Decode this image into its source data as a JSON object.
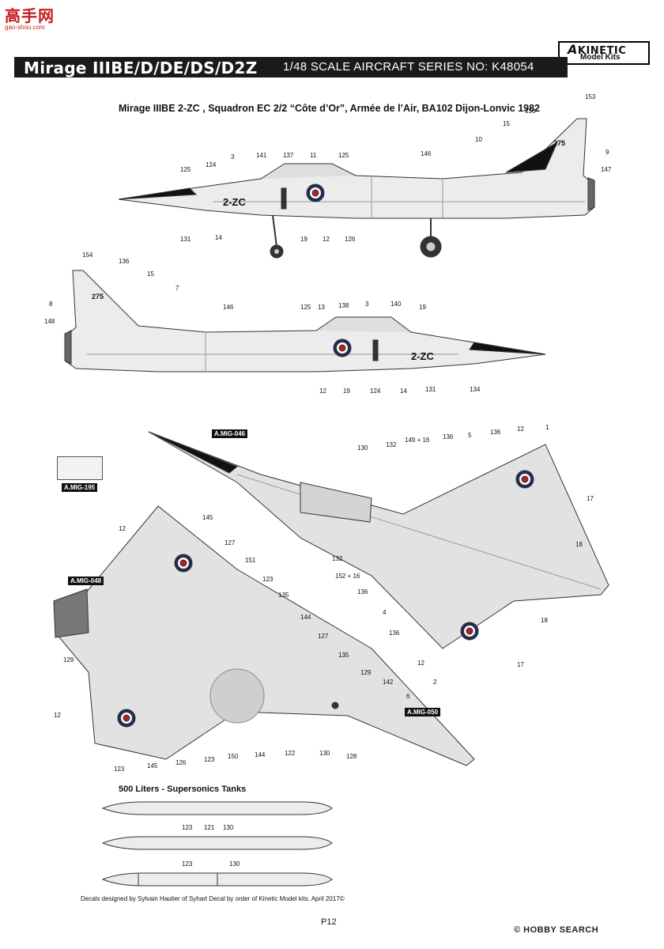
{
  "watermark": {
    "logo": "高手网",
    "url": "gao-shou.com"
  },
  "brand": {
    "name": "KINETIC",
    "sub": "Model Kits"
  },
  "header": {
    "title": "Mirage IIIBE/D/DE/DS/D2Z",
    "series": "1/48 SCALE AIRCRAFT SERIES NO: K48054"
  },
  "scheme_title": "Mirage IIIBE 2-ZC , Squadron EC 2/2 “Côte d’Or”, Armée de l’Air, BA102 Dijon-Lonvic 1982",
  "markings": {
    "code": "2-ZC",
    "tail_number": "275"
  },
  "paints": {
    "swatch": "A.MIG-195",
    "radome": "A.MIG-046",
    "intake": "A.MIG-048",
    "underside": "A.MIG-050"
  },
  "colors": {
    "header_bg": "#1a1a1a",
    "roundel_blue": "#1f2b5b",
    "roundel_red": "#b32020",
    "airframe": "#ececec"
  },
  "side_top_callouts": [
    "153",
    "136",
    "15",
    "275",
    "10",
    "9",
    "147",
    "146",
    "141",
    "137",
    "11",
    "125",
    "3",
    "124",
    "125",
    "131",
    "14",
    "19",
    "12",
    "126"
  ],
  "side_bottom_callouts": [
    "154",
    "136",
    "15",
    "7",
    "8",
    "148",
    "146",
    "125",
    "13",
    "138",
    "3",
    "140",
    "19",
    "12",
    "19",
    "124",
    "14",
    "131",
    "134"
  ],
  "plan_top_callouts": [
    "130",
    "132",
    "149 + 16",
    "5",
    "136",
    "136",
    "12",
    "1",
    "17",
    "18",
    "132",
    "152 + 16",
    "136",
    "4",
    "18",
    "136",
    "12",
    "17",
    "2"
  ],
  "plan_bottom_callouts": [
    "12",
    "145",
    "127",
    "151",
    "123",
    "135",
    "144",
    "127",
    "135",
    "129",
    "142",
    "6",
    "129",
    "12",
    "123",
    "145",
    "126",
    "123",
    "150",
    "144",
    "122",
    "130",
    "128"
  ],
  "tanks": {
    "title": "500 Liters - Supersonics Tanks",
    "t1": [
      "123",
      "121",
      "130"
    ],
    "t2": [
      "123",
      "130"
    ]
  },
  "credits": "Decals designed by Sylvain Hautier of Syhart Decal by order of Kinetic Model kits. April 2017©",
  "page_number": "P12",
  "footer_right": "© HOBBY SEARCH"
}
